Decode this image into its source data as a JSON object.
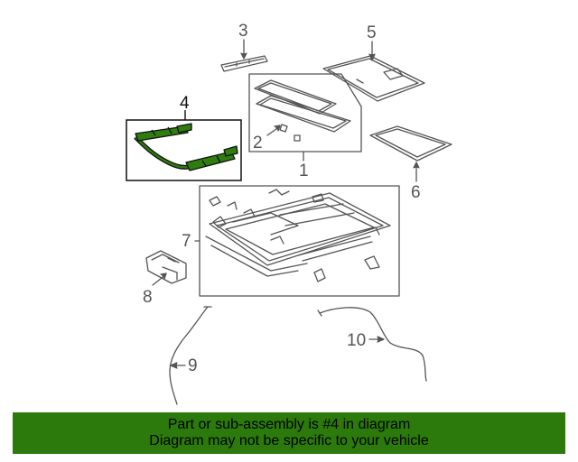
{
  "diagram": {
    "callouts": [
      {
        "id": "1",
        "text": "1"
      },
      {
        "id": "2",
        "text": "2"
      },
      {
        "id": "3",
        "text": "3"
      },
      {
        "id": "4",
        "text": "4"
      },
      {
        "id": "5",
        "text": "5"
      },
      {
        "id": "6",
        "text": "6"
      },
      {
        "id": "7",
        "text": "7"
      },
      {
        "id": "8",
        "text": "8"
      },
      {
        "id": "9",
        "text": "9"
      },
      {
        "id": "10",
        "text": "10"
      }
    ],
    "highlighted_part": "4",
    "colors": {
      "line": "#555555",
      "highlight": "#111111",
      "part_fill": "#2e7d0f"
    }
  },
  "banner": {
    "line1": "Part or sub-assembly is #4 in diagram",
    "line2": "Diagram may not be specific to your vehicle",
    "background": "#2b7a0b"
  }
}
